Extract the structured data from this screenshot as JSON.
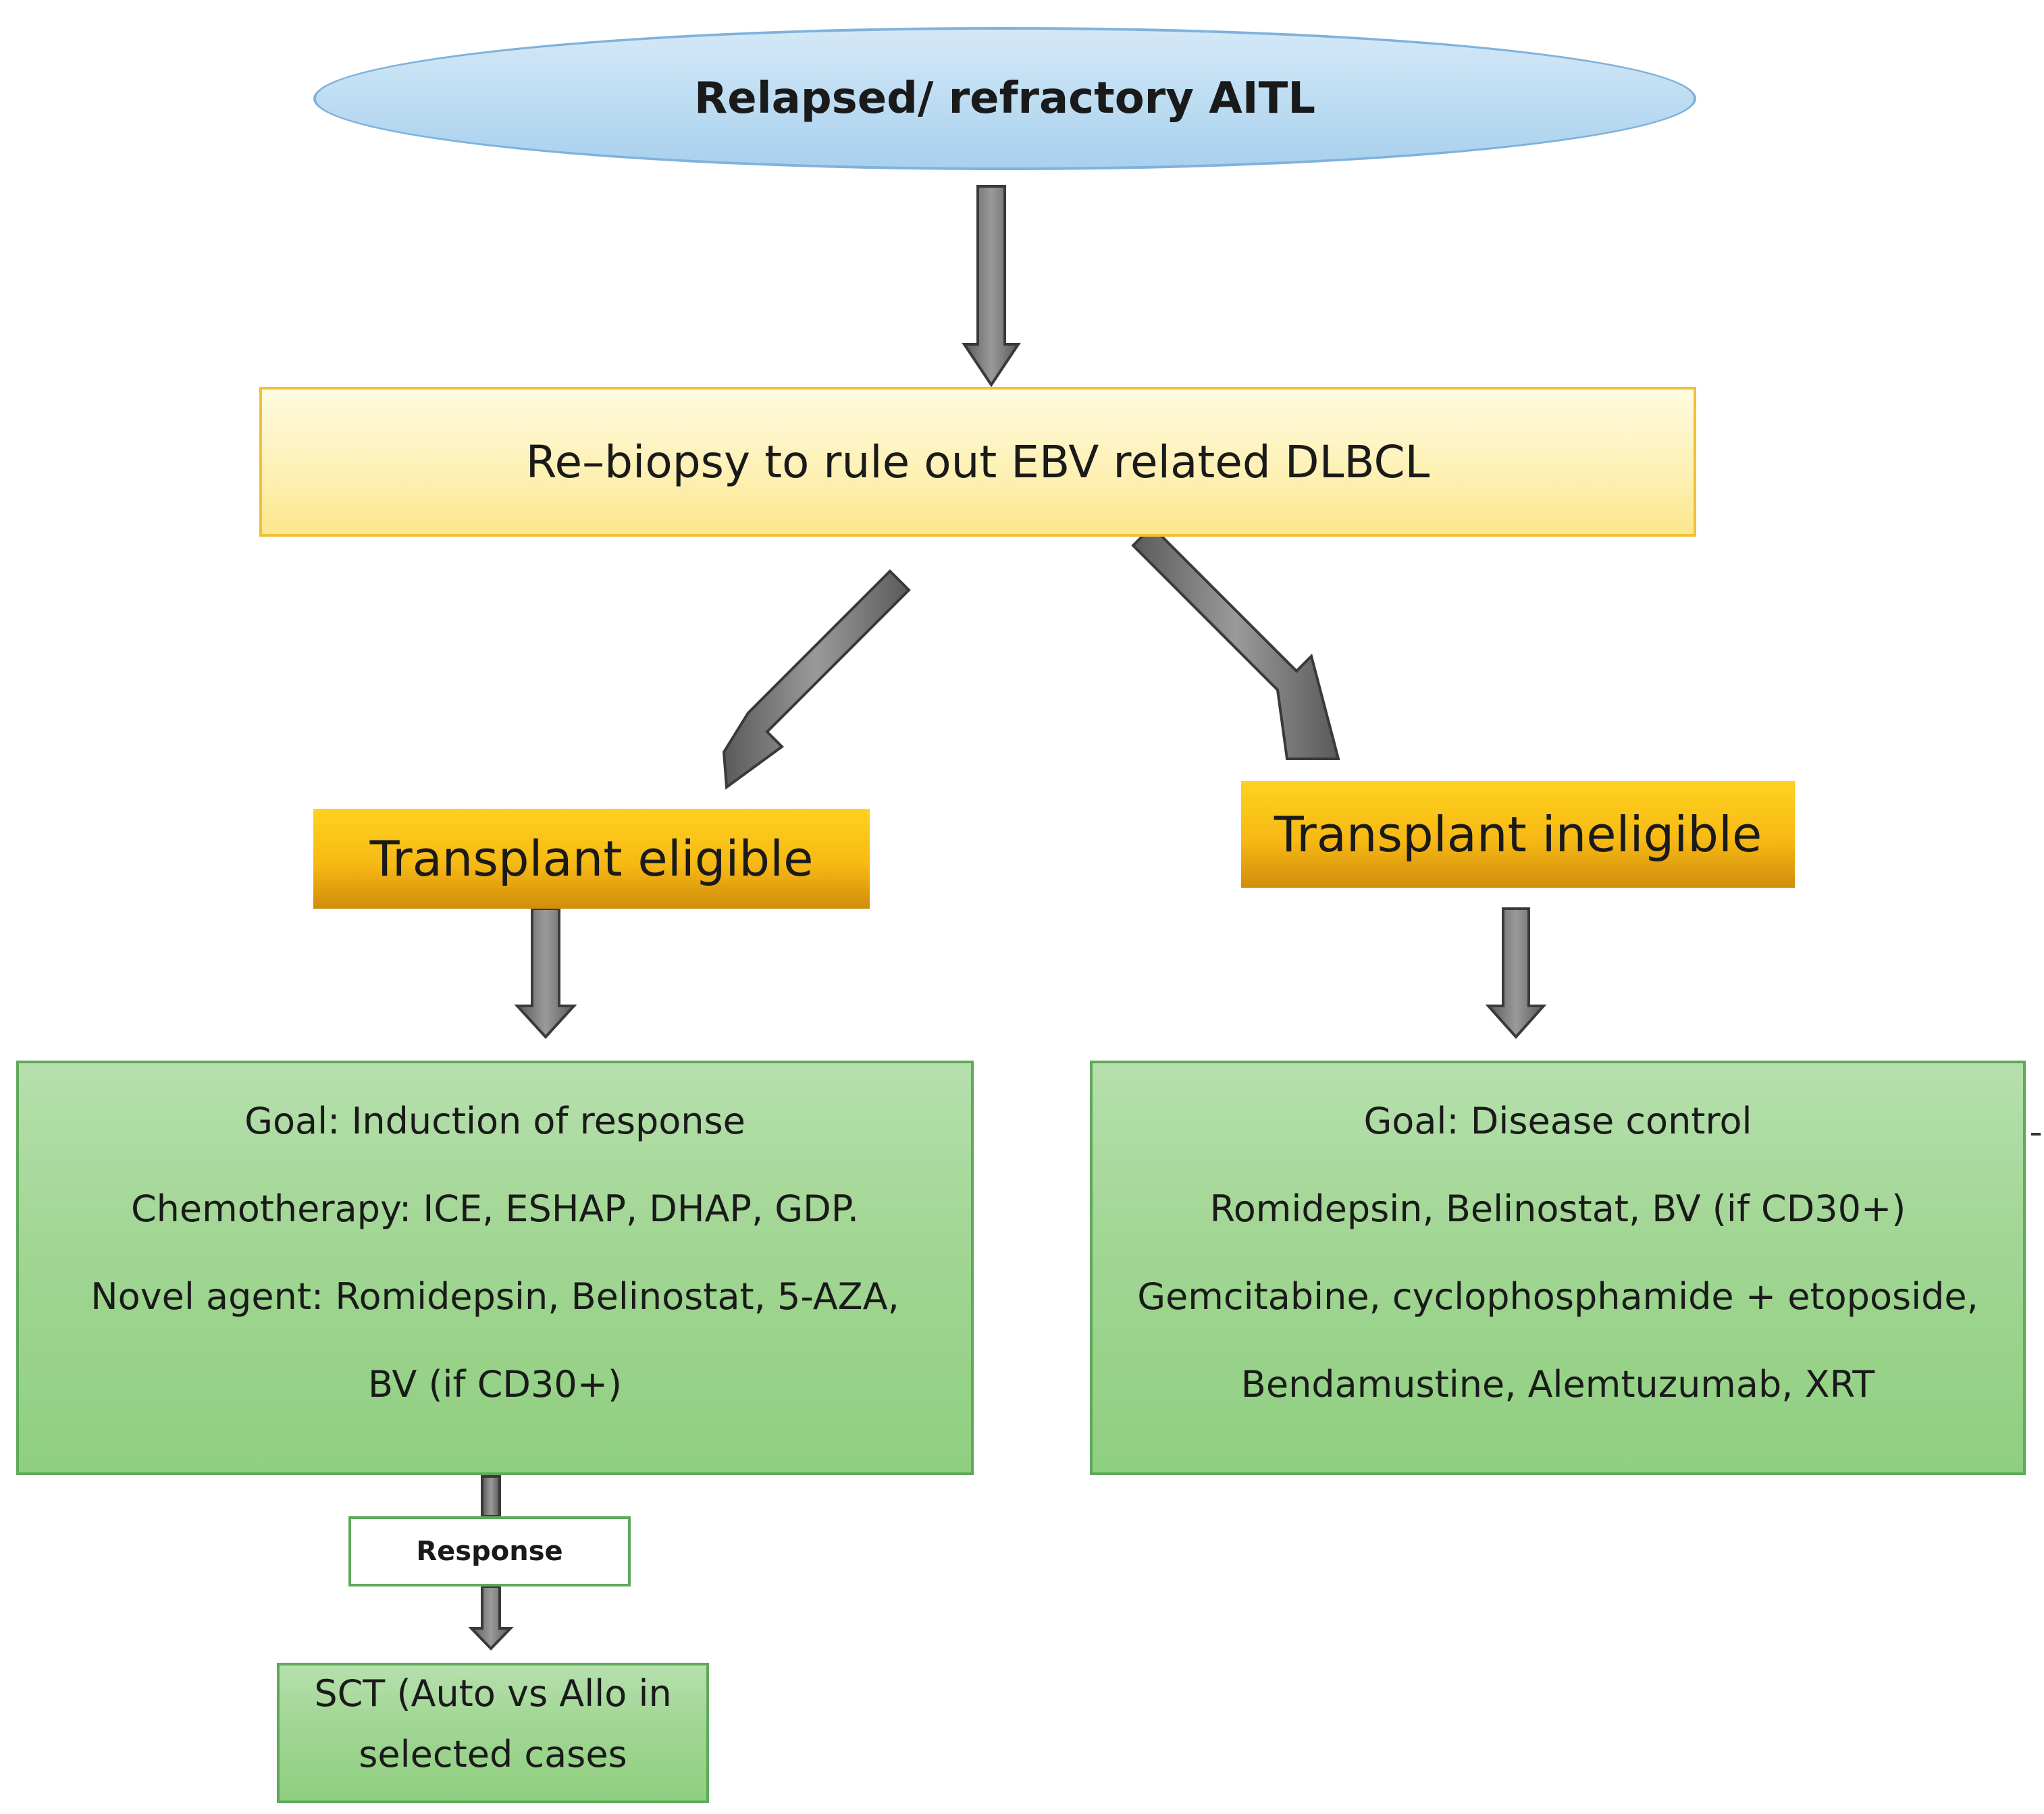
{
  "diagram": {
    "top": "Relapsed/ refractory AITL",
    "biopsy": "Re–biopsy to rule out EBV related DLBCL",
    "eligible": {
      "title": "Transplant eligible",
      "lines": [
        "Goal: Induction of response",
        "Chemotherapy:  ICE, ESHAP, DHAP, GDP.",
        "Novel agent: Romidepsin, Belinostat, 5-AZA,",
        "BV (if CD30+)"
      ],
      "response": "Response",
      "sct": [
        "SCT (Auto vs Allo in",
        "selected cases"
      ]
    },
    "ineligible": {
      "title": "Transplant ineligible",
      "lines": [
        "Goal: Disease control",
        "Romidepsin, Belinostat, BV (if CD30+)",
        "Gemcitabine, cyclophosphamide + etoposide,",
        "Bendamustine, Alemtuzumab, XRT"
      ]
    }
  },
  "colors": {
    "arrow_fill": "#7a7a7a",
    "arrow_stroke": "#3a3a3a"
  }
}
